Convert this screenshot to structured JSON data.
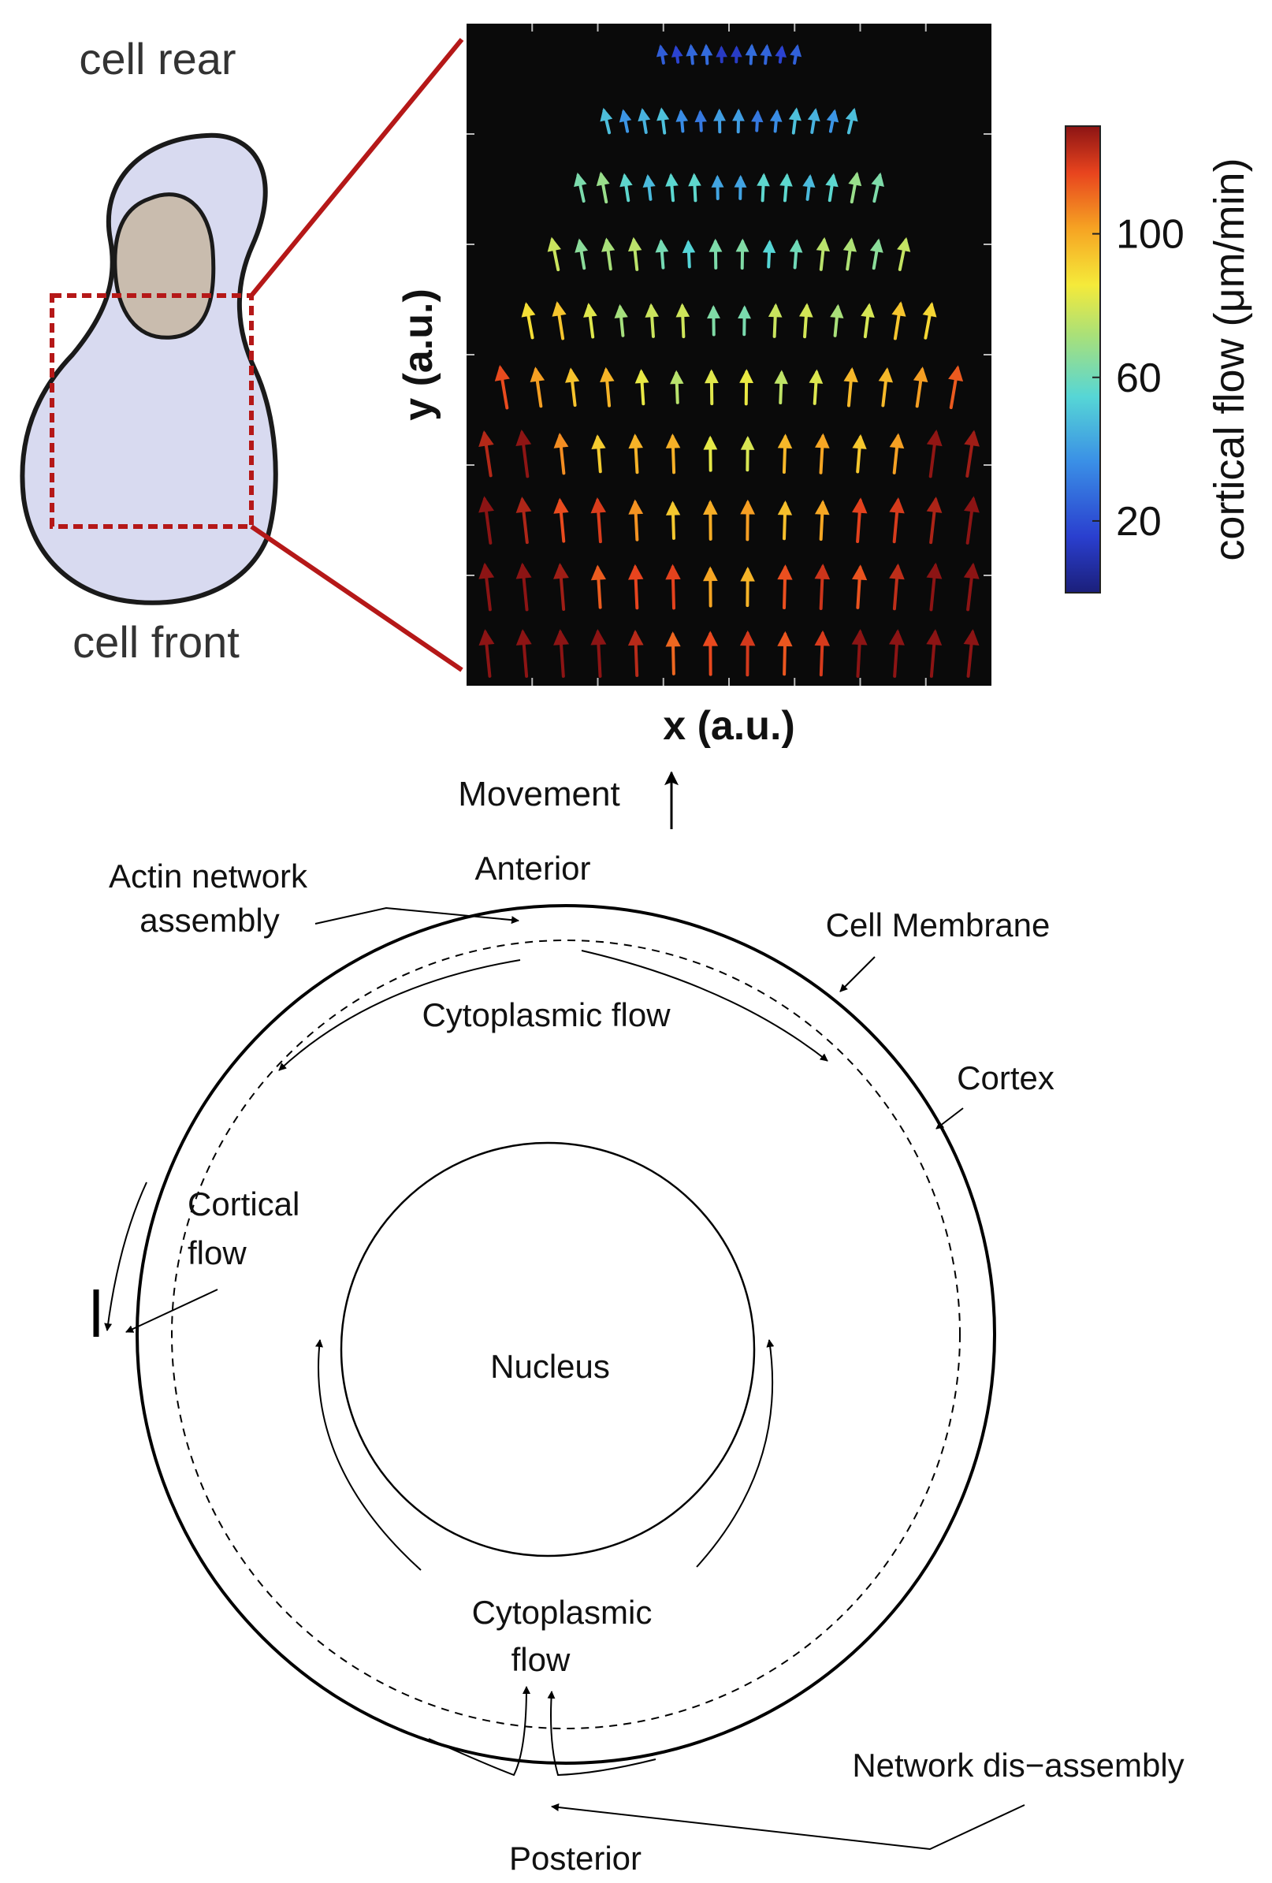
{
  "top_panel": {
    "cell_rear_label": "cell rear",
    "cell_front_label": "cell front",
    "y_axis_label": "y (a.u.)",
    "x_axis_label": "x (a.u.)",
    "colorbar": {
      "label": "cortical flow (μm/min)",
      "ticks": [
        "100",
        "60",
        "20"
      ],
      "tick_values": [
        100,
        60,
        20
      ],
      "range": [
        0,
        130
      ]
    },
    "colors": {
      "cell_body": "#d8daf0",
      "nucleus": "#c9bcae",
      "outline": "#1a1a1a",
      "zoom_box": "#b51818",
      "plot_bg": "#0a0a0a"
    },
    "flow_field": {
      "rows": 10,
      "cols": 14,
      "speed_units": "μm/min"
    }
  },
  "movement": {
    "label": "Movement"
  },
  "cell_diagram": {
    "labels": {
      "anterior": "Anterior",
      "posterior": "Posterior",
      "actin_line1": "Actin network",
      "actin_line2": "assembly",
      "cell_membrane": "Cell Membrane",
      "cortex": "Cortex",
      "cytoplasmic_flow_top": "Cytoplasmic flow",
      "cortical_line1": "Cortical",
      "cortical_line2": "flow",
      "nucleus": "Nucleus",
      "cyto_bottom_line1": "Cytoplasmic",
      "cyto_bottom_line2": "flow",
      "network_disassembly": "Network dis−assembly"
    }
  }
}
